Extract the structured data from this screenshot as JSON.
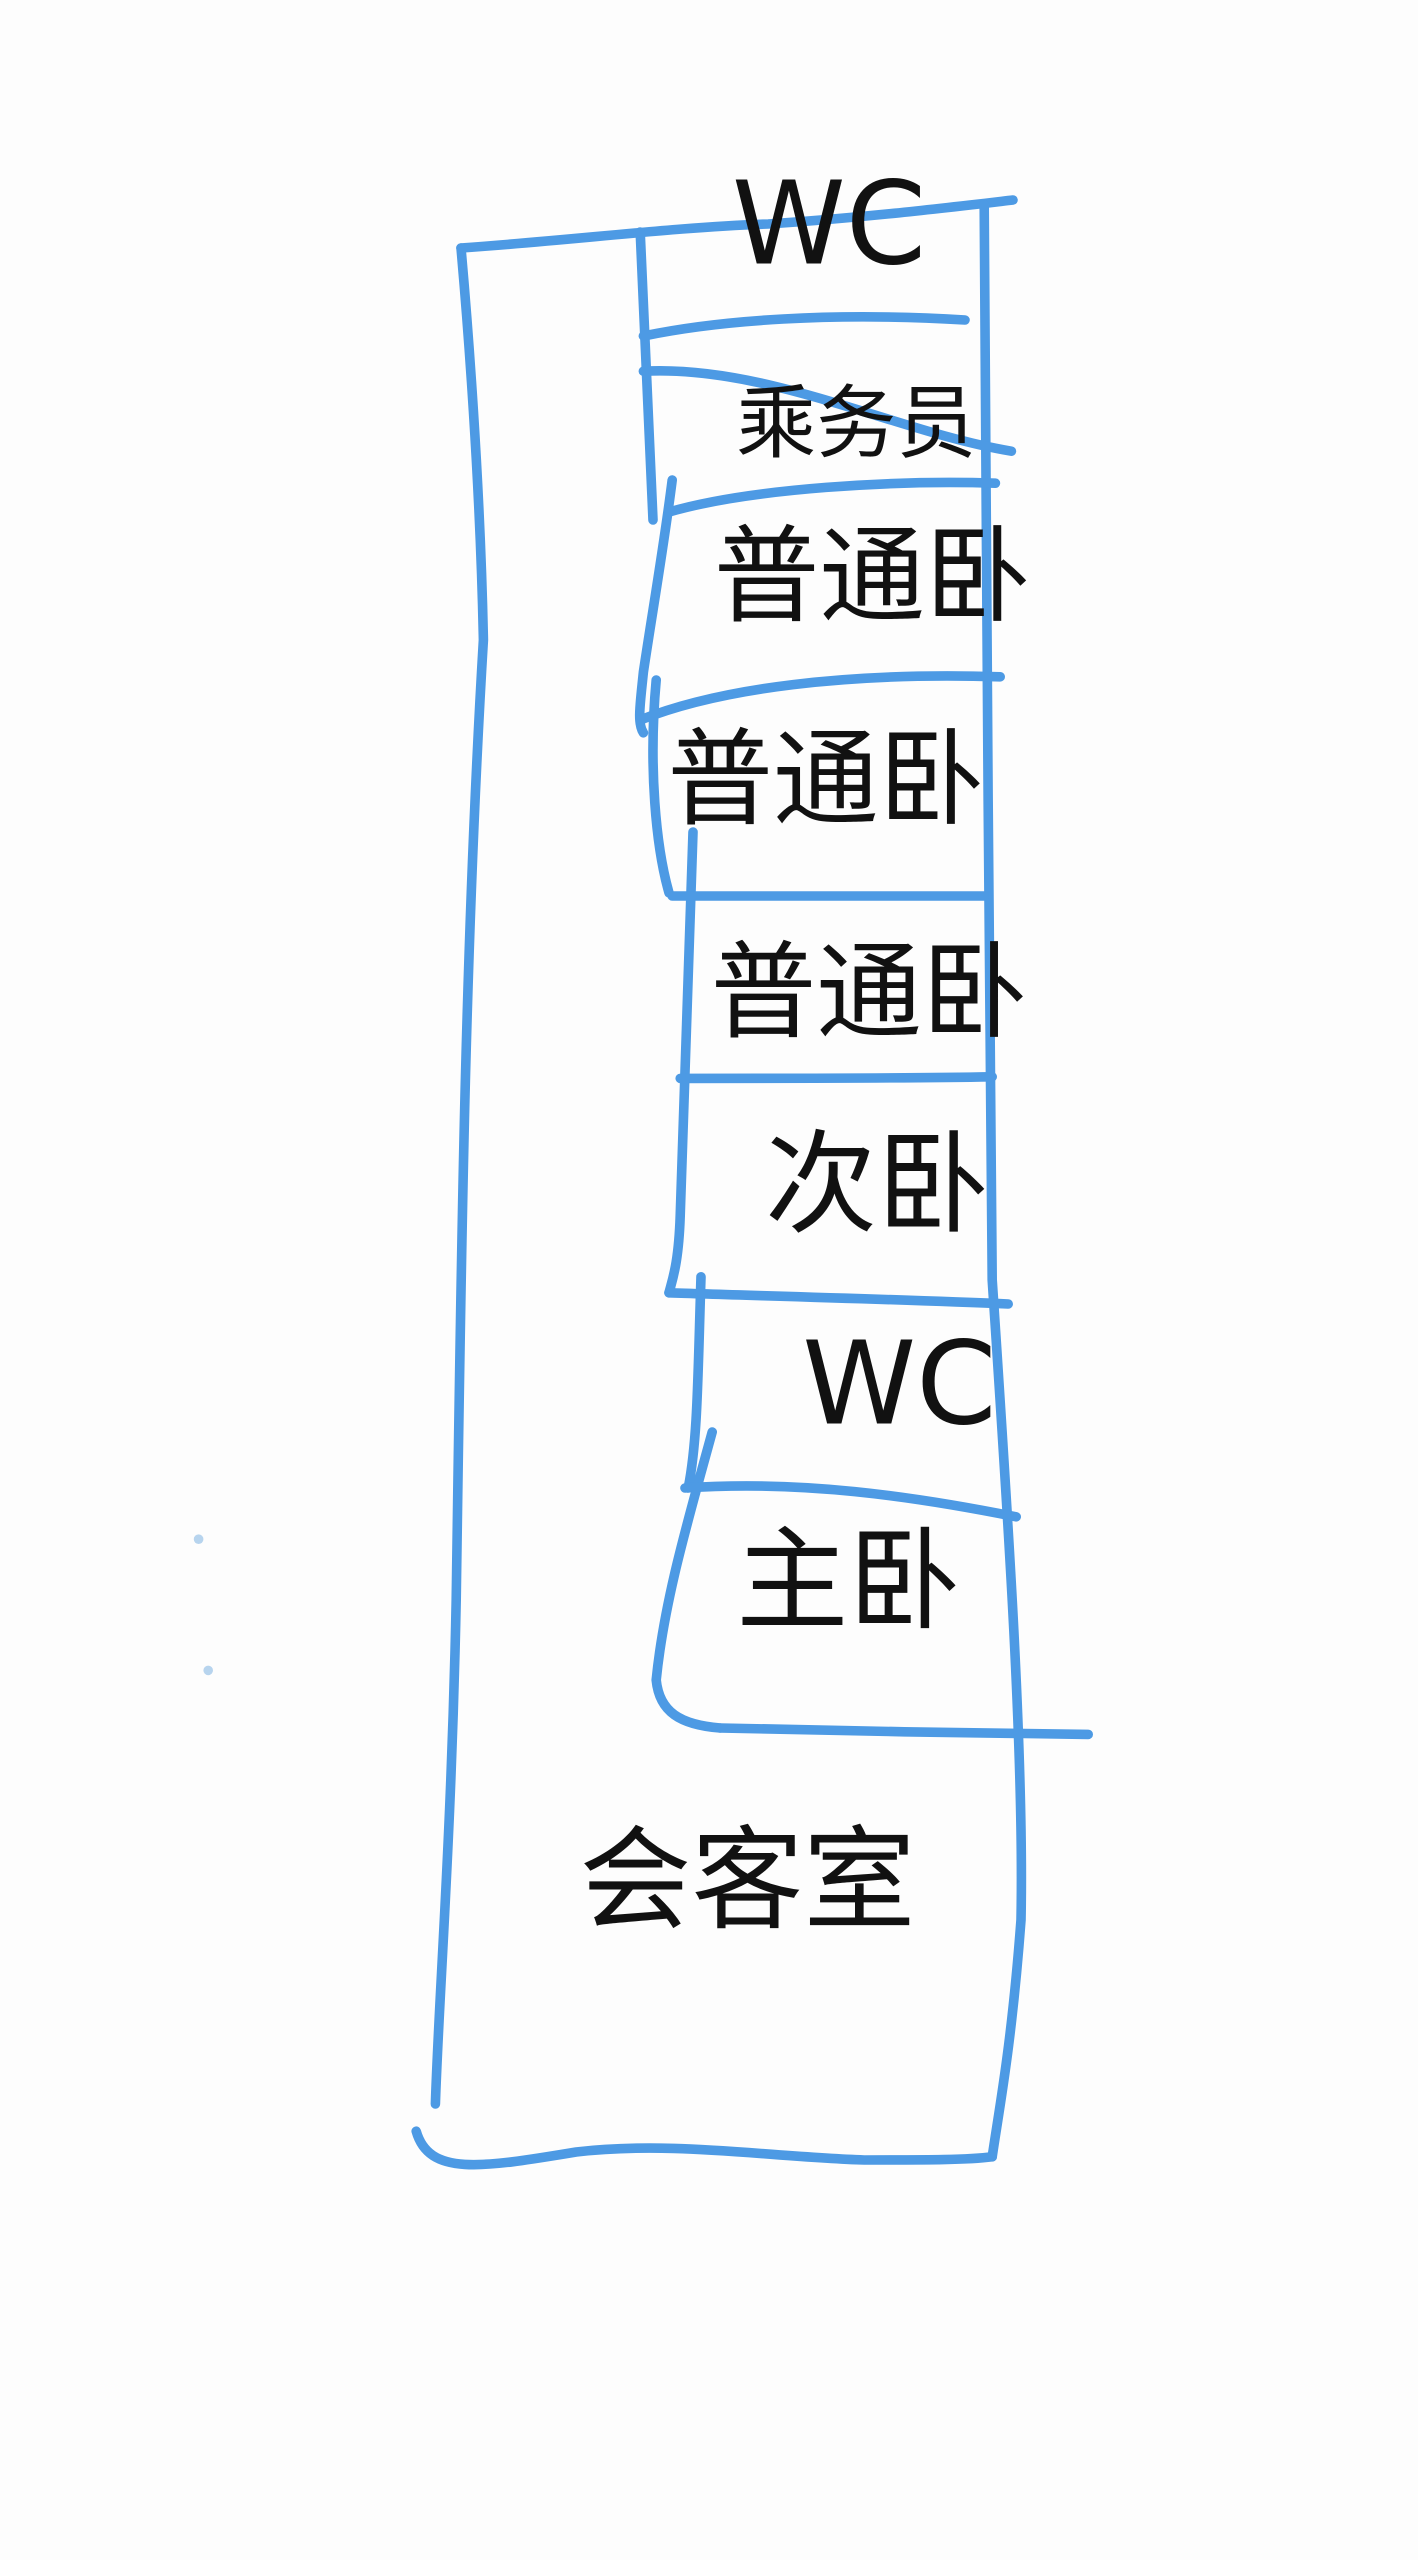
{
  "diagram": {
    "rooms": [
      {
        "label": "WC"
      },
      {
        "label": "乘务员"
      },
      {
        "label": "普通卧"
      },
      {
        "label": "普通卧"
      },
      {
        "label": "普通卧"
      },
      {
        "label": "次卧"
      },
      {
        "label": "WC"
      },
      {
        "label": "主卧"
      },
      {
        "label": "会客室"
      }
    ],
    "stroke_color": "#4d9ae4"
  }
}
